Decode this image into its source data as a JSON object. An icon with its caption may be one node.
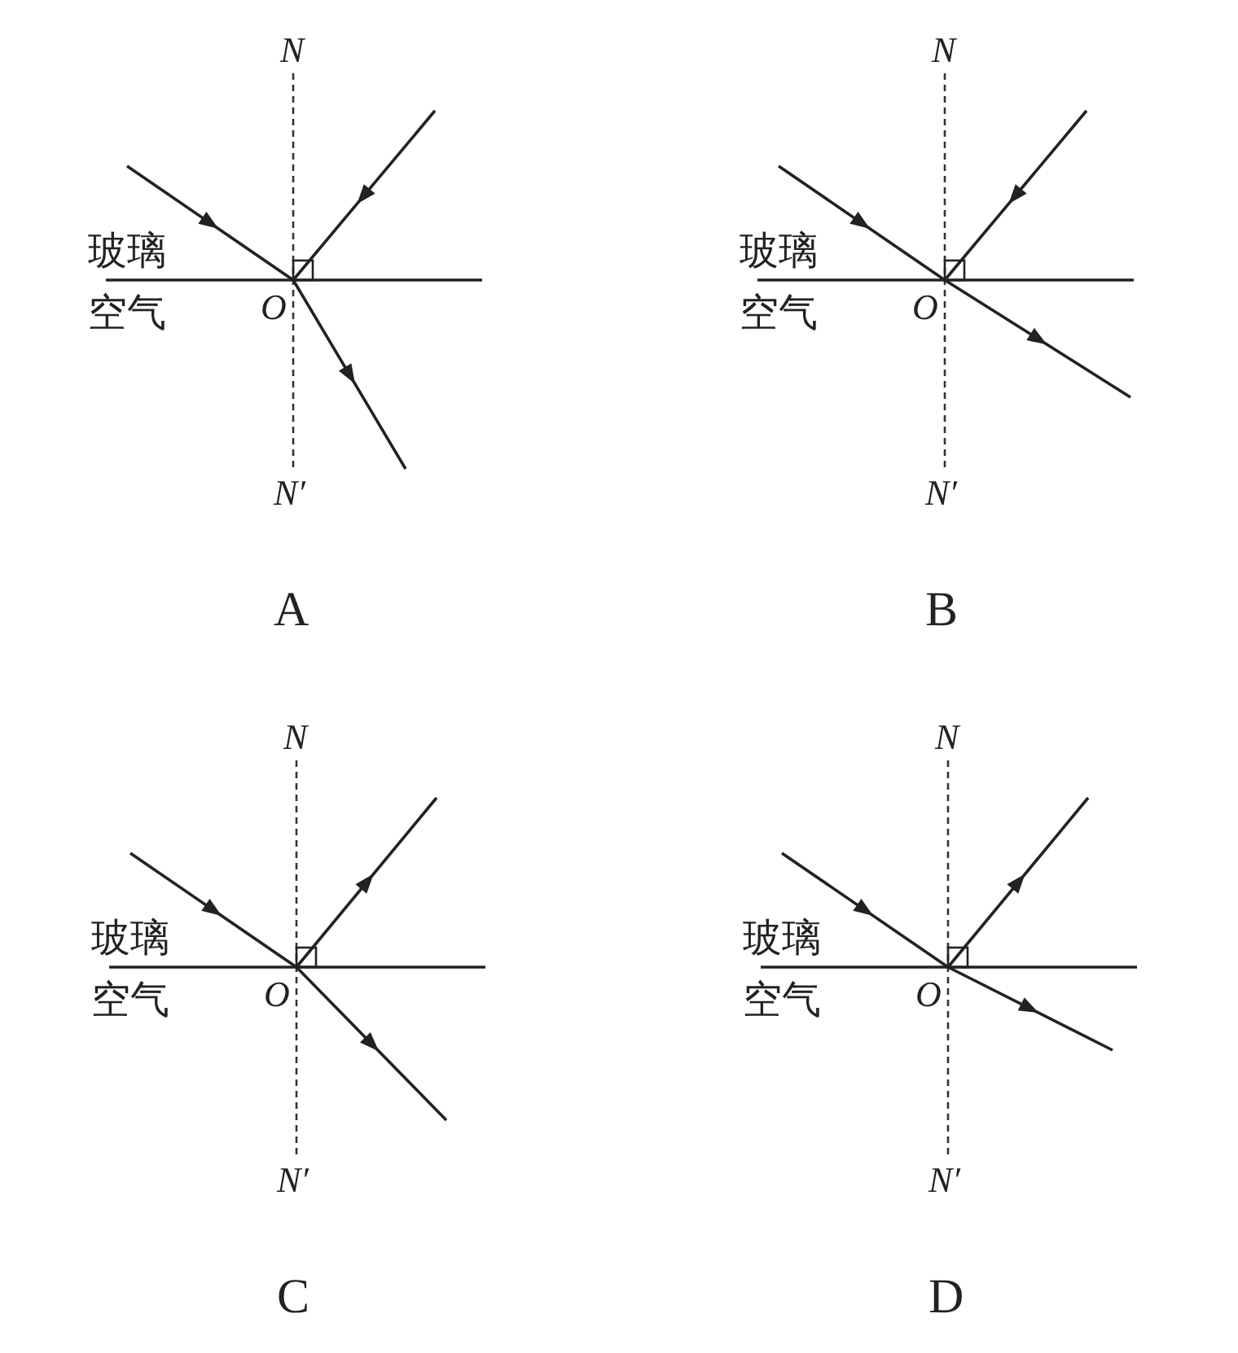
{
  "diagram": {
    "labels": [
      "N",
      "玻璃",
      "空气",
      "O",
      "N′",
      "A",
      "N",
      "玻璃",
      "空气",
      "O",
      "N′",
      "B",
      "N",
      "玻璃",
      "空气",
      "O",
      "N′",
      "C",
      "N",
      "玻璃",
      "空气",
      "O",
      "N′",
      "D"
    ]
  }
}
